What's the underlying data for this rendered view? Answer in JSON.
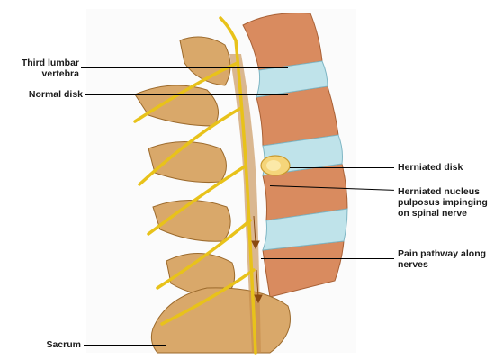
{
  "labels": {
    "third_lumbar_vertebra": "Third lumbar vertebra",
    "normal_disk": "Normal disk",
    "herniated_disk": "Herniated disk",
    "herniated_nucleus": "Herniated nucleus pulposus impinging on spinal nerve",
    "pain_pathway": "Pain pathway along nerves",
    "sacrum": "Sacrum"
  },
  "colors": {
    "bone": "#d9a86a",
    "bone_dark": "#b9803f",
    "vertebral_body": "#d98b5f",
    "disk": "#bfe3ea",
    "nerve": "#e8c21a",
    "herniation": "#f5d57a"
  }
}
